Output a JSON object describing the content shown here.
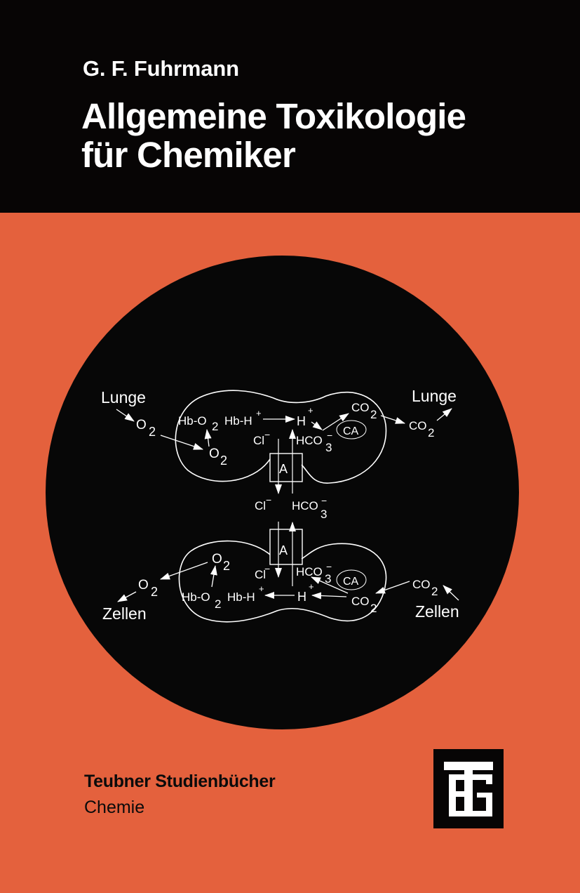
{
  "cover": {
    "author": "G. F. Fuhrmann",
    "title_line1": "Allgemeine Toxikologie",
    "title_line2": "für Chemiker",
    "series": "Teubner Studienbücher",
    "subject": "Chemie",
    "publisher_logo": "teubner-tg-logo"
  },
  "colors": {
    "background_orange": "#E4613D",
    "band_black": "#070505",
    "text_white": "#FFFFFF"
  },
  "diagram": {
    "top": {
      "lunge_left": "Lunge",
      "o2_outside": "O",
      "o2_outside_sub": "2",
      "o2_inside": "O",
      "o2_inside_sub": "2",
      "hbo2": "Hb-O",
      "hbo2_sub": "2",
      "hbh": "Hb-H",
      "hbh_sup": "+",
      "h": "H",
      "h_sup": "+",
      "cl": "Cl",
      "cl_sup": "−",
      "hco3": "HCO",
      "hco3_sub": "3",
      "hco3_sup": "−",
      "ca": "CA",
      "co2_inside": "CO",
      "co2_inside_sub": "2",
      "co2_outside": "CO",
      "co2_outside_sub": "2",
      "lunge_right": "Lunge",
      "transporter": "A"
    },
    "middle": {
      "cl": "Cl",
      "cl_sup": "−",
      "hco3": "HCO",
      "hco3_sub": "3",
      "hco3_sup": "−"
    },
    "bottom": {
      "zellen_left": "Zellen",
      "o2_outside": "O",
      "o2_outside_sub": "2",
      "o2_inside": "O",
      "o2_inside_sub": "2",
      "hbo2": "Hb-O",
      "hbo2_sub": "2",
      "hbh": "Hb-H",
      "hbh_sup": "+",
      "h": "H",
      "h_sup": "+",
      "cl": "Cl",
      "cl_sup": "−",
      "hco3": "HCO",
      "hco3_sub": "3",
      "hco3_sup": "−",
      "ca": "CA",
      "co2_inside": "CO",
      "co2_inside_sub": "2",
      "co2_outside": "CO",
      "co2_outside_sub": "2",
      "zellen_right": "Zellen",
      "transporter": "A"
    }
  }
}
